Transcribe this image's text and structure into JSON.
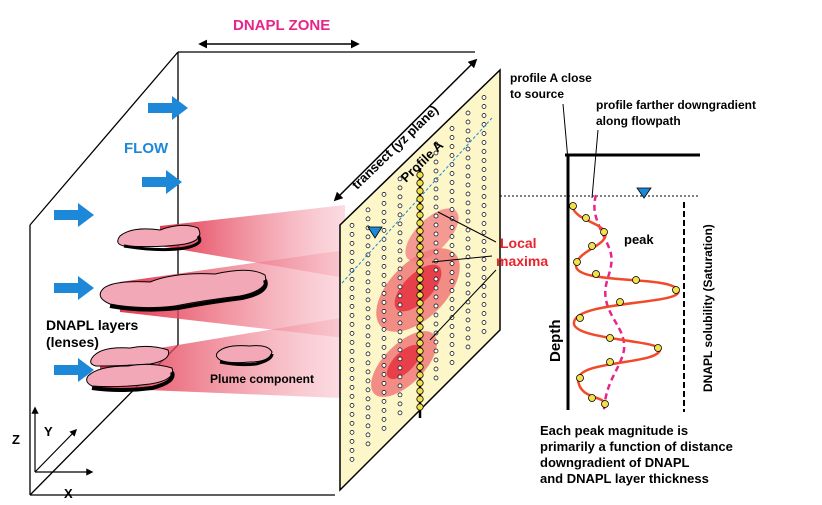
{
  "labels": {
    "dnapl_zone": "DNAPL ZONE",
    "flow": "FLOW",
    "transect": "transect (yz plane)",
    "profile_a": "Profile A",
    "local_maxima_1": "Local",
    "local_maxima_2": "maxima",
    "dnapl_layers_1": "DNAPL layers",
    "dnapl_layers_2": "(lenses)",
    "plume_component": "Plume component",
    "profile_a_close_1": "profile  A close",
    "profile_a_close_2": "to source",
    "profile_farther_1": "profile farther downgradient",
    "profile_farther_2": "along flowpath",
    "peak": "peak",
    "depth": "Depth",
    "solubility": "DNAPL solubility (Saturation)",
    "caption_1": "Each peak magnitude is",
    "caption_2": "primarily a function of distance",
    "caption_3": "downgradient of DNAPL",
    "caption_4": "and DNAPL layer thickness",
    "axis_z": "Z",
    "axis_y": "Y",
    "axis_x": "X"
  },
  "colors": {
    "label_pink": "#e8248a",
    "label_blue": "#1e88d8",
    "label_red": "#e8242a",
    "plane_fill": "#fdf6c8",
    "curve_red": "#f04a2a",
    "curve_pink": "#e8248a",
    "lens_fill": "#f3a8b8",
    "dot_yellow": "#f3e04a",
    "ellipse_red": "#e8404a"
  }
}
